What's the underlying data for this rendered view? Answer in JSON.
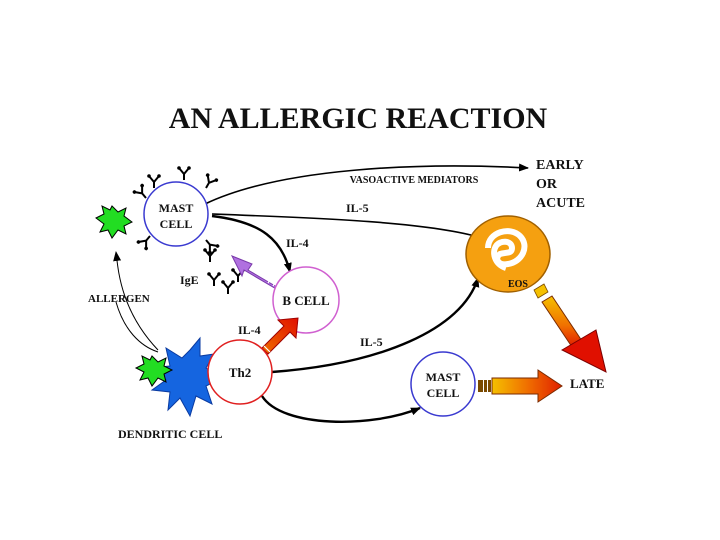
{
  "title": "AN ALLERGIC REACTION",
  "nodes": {
    "mast_cell_top": "MAST CELL",
    "mast_cell_top_lines": [
      "MAST",
      "CELL"
    ],
    "b_cell": "B CELL",
    "th2": "Th2",
    "eos": "EOS",
    "mast_cell_bottom_lines": [
      "MAST",
      "CELL"
    ],
    "dendritic_cell": "DENDRITIC CELL"
  },
  "labels": {
    "vasoactive": "VASOACTIVE MEDIATORS",
    "early_lines": [
      "EARLY",
      "OR",
      "ACUTE"
    ],
    "il5_top": "IL-5",
    "il4_mid": "IL-4",
    "ige": "IgE",
    "allergen": "ALLERGEN",
    "il4_th2": "IL-4",
    "il5_th2": "IL-5",
    "late": "LATE"
  },
  "colors": {
    "mast_outline": "#3a3ad0",
    "b_cell_outline": "#d060d0",
    "th2_outline": "#e02020",
    "eos_fill": "#f5a010",
    "allergen_fill": "#22dd22",
    "dendritic_fill": "#1565e0",
    "purple_arrow": "#b070e0",
    "orange_red": "#e03000"
  }
}
